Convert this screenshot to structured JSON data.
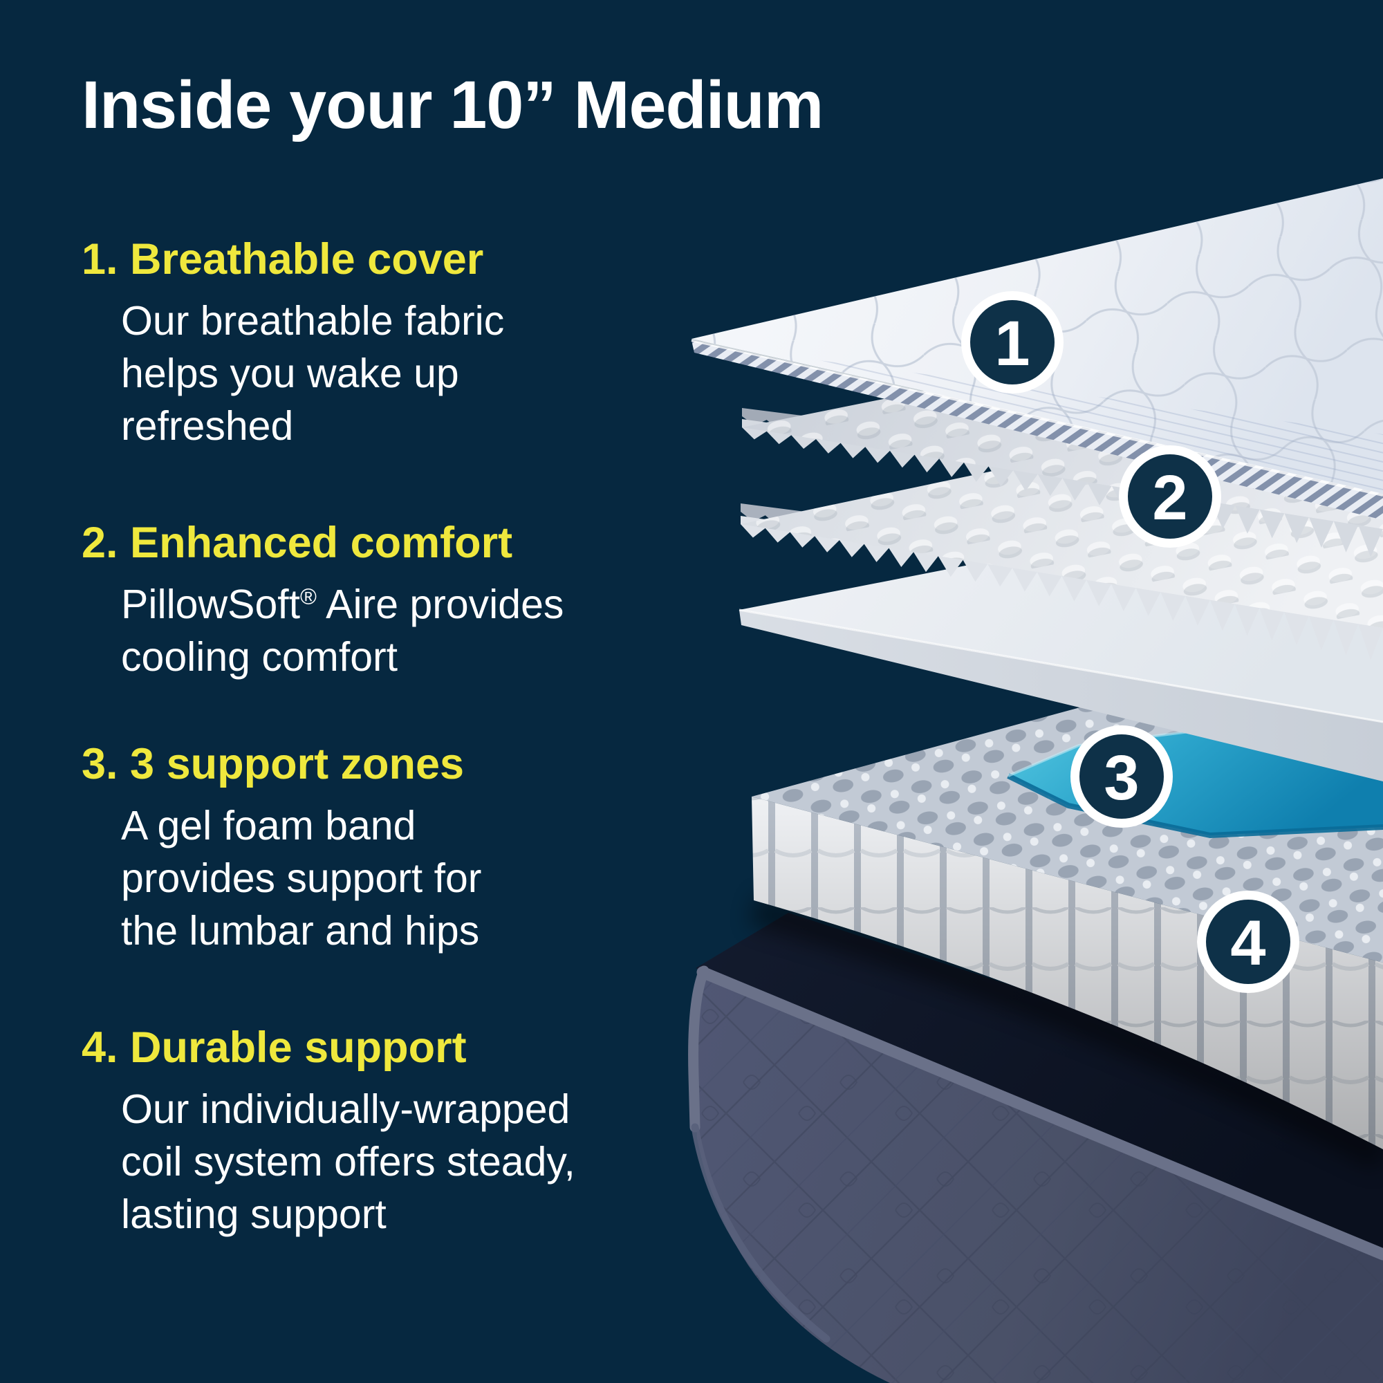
{
  "title": "Inside your 10” Medium",
  "sections": [
    {
      "heading": "1. Breathable cover",
      "body_lines": [
        "Our breathable fabric",
        "helps you wake up",
        "refreshed"
      ]
    },
    {
      "heading": "2. Enhanced comfort",
      "body_brand": "PillowSoft",
      "body_reg": "®",
      "body_rest_lines": [
        " Aire provides",
        "cooling comfort"
      ]
    },
    {
      "heading": "3. 3 support zones",
      "body_lines": [
        "A gel foam band",
        "provides support for",
        "the lumbar and hips"
      ]
    },
    {
      "heading": "4. Durable support",
      "body_lines": [
        "Our individually-wrapped",
        "coil system offers steady,",
        "lasting support"
      ]
    }
  ],
  "diagram": {
    "callouts": [
      "1",
      "2",
      "3",
      "4"
    ]
  },
  "colors": {
    "background_navy": "#062840",
    "accent_yellow": "#efe83d",
    "text_white": "#ffffff",
    "callout_fill": "#0e3148",
    "gel_blue": "#2aa6cc",
    "base_fabric": "#4a5168"
  }
}
